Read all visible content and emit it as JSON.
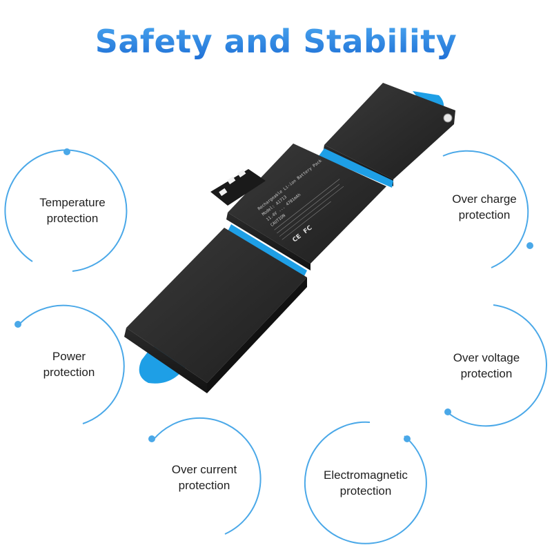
{
  "page": {
    "title": "Safety and Stability",
    "accent_color": "#1e6fd6",
    "ring_color": "#4aa8e8"
  },
  "product": {
    "description": "laptop battery pack with blue pull tabs",
    "label_lines": [
      "Rechargeable Li-ion Battery Pack",
      "Model: A1713",
      "11.4V ... 4781mAh",
      "CAUTION"
    ],
    "cert_marks": [
      "CE",
      "FC"
    ]
  },
  "features": [
    {
      "id": "temperature",
      "line1": "Temperature",
      "line2": "protection",
      "icon": "circle-ring-icon"
    },
    {
      "id": "over-charge",
      "line1": "Over charge",
      "line2": "protection",
      "icon": "circle-ring-icon"
    },
    {
      "id": "power",
      "line1": "Power",
      "line2": "protection",
      "icon": "circle-ring-icon"
    },
    {
      "id": "over-voltage",
      "line1": "Over voltage",
      "line2": "protection",
      "icon": "circle-ring-icon"
    },
    {
      "id": "over-current",
      "line1": "Over current",
      "line2": "protection",
      "icon": "circle-ring-icon"
    },
    {
      "id": "electromagnetic",
      "line1": "Electromagnetic",
      "line2": "protection",
      "icon": "circle-ring-icon"
    }
  ]
}
